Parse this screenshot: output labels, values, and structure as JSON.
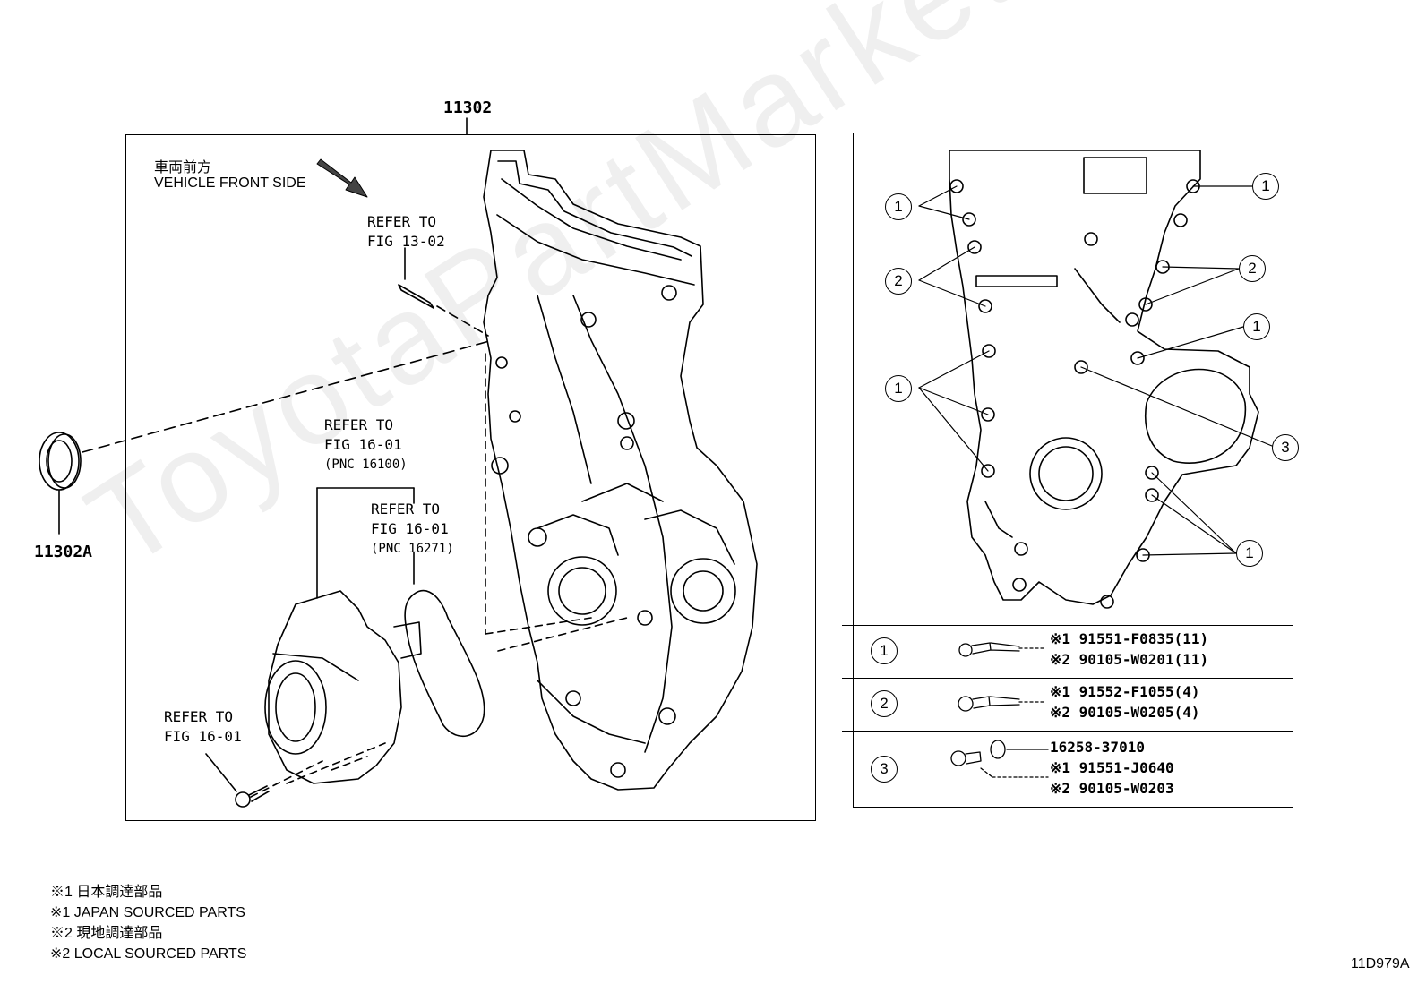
{
  "main": {
    "part_label": "11302",
    "direction_jp": "車両前方",
    "direction_en": "VEHICLE FRONT SIDE",
    "seal_label": "11302A",
    "refs": [
      {
        "line1": "REFER TO",
        "line2": "FIG 13-02",
        "pnc": ""
      },
      {
        "line1": "REFER TO",
        "line2": "FIG 16-01",
        "pnc": "(PNC 16100)"
      },
      {
        "line1": "REFER TO",
        "line2": "FIG 16-01",
        "pnc": "(PNC 16271)"
      },
      {
        "line1": "REFER TO",
        "line2": "FIG 16-01",
        "pnc": ""
      }
    ]
  },
  "detail": {
    "callouts": [
      "1",
      "2",
      "1",
      "3",
      "1",
      "2",
      "1",
      "1"
    ],
    "table": [
      {
        "num": "1",
        "lines": [
          "※1  91551-F0835(11)",
          "※2  90105-W0201(11)"
        ]
      },
      {
        "num": "2",
        "lines": [
          "※1  91552-F1055(4)",
          "※2  90105-W0205(4)"
        ]
      },
      {
        "num": "3",
        "lines": [
          "16258-37010",
          "※1  91551-J0640",
          "※2  90105-W0203"
        ]
      }
    ]
  },
  "notes": [
    "※1 日本調達部品",
    "※1 JAPAN SOURCED PARTS",
    "※2 現地調達部品",
    "※2 LOCAL SOURCED PARTS"
  ],
  "figure_code": "11D979A",
  "watermark": "ToyotaPartMarket.ru"
}
